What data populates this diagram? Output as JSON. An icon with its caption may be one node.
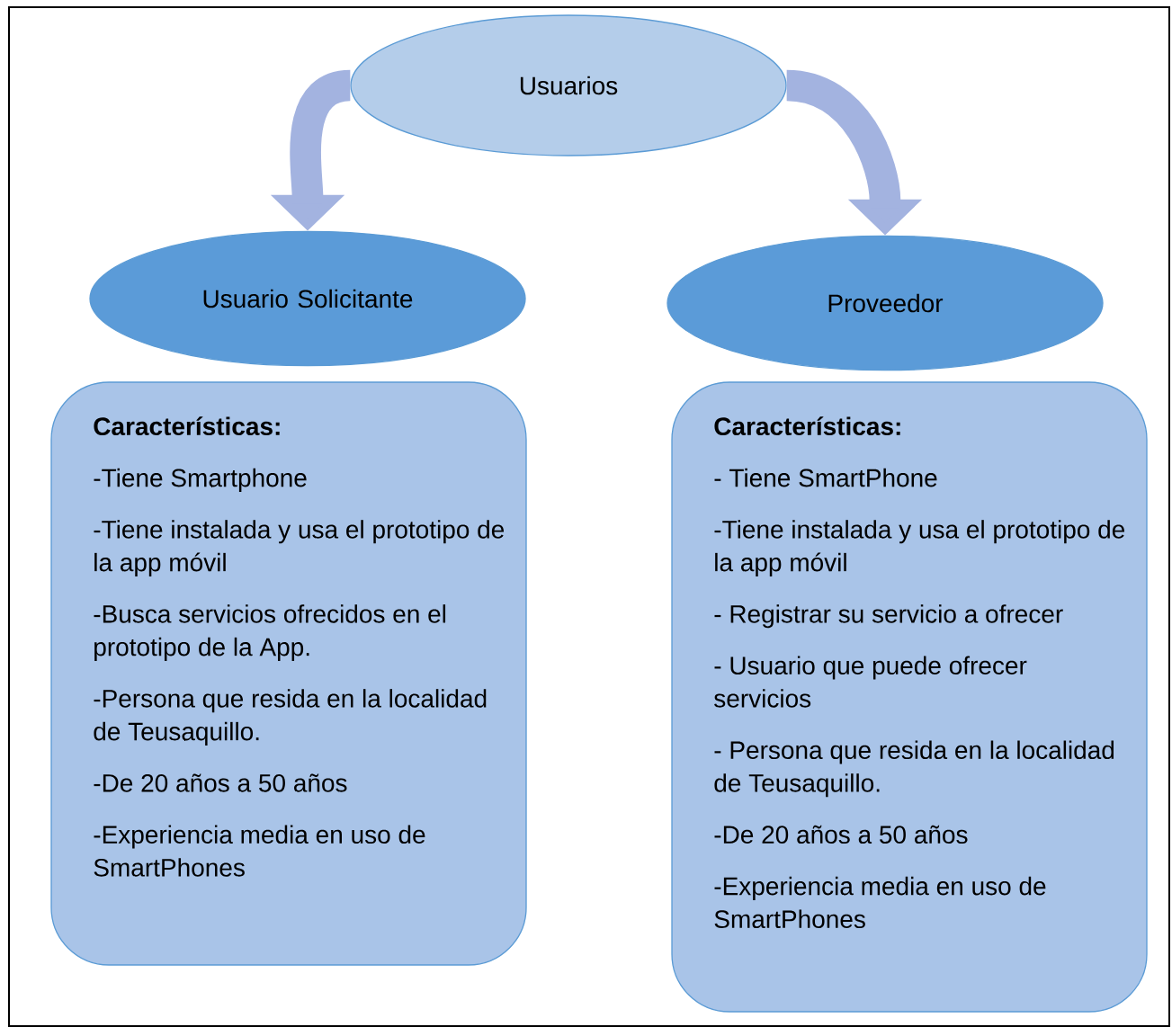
{
  "diagram": {
    "nodes": [
      {
        "text": [
          "Usuarios"
        ]
      },
      {
        "text": [
          "Usuario Solicitante"
        ]
      },
      {
        "text": [
          "Proveedor"
        ]
      },
      {
        "text": [
          "Características:",
          "-Tiene Smartphone",
          "-Tiene instalada y usa el prototipo de la app móvil",
          "-Busca servicios ofrecidos en el prototipo de la App.",
          "-Persona que resida en la localidad de Teusaquillo.",
          "-De 20 años a 50 años",
          "-Experiencia media en uso de SmartPhones"
        ]
      },
      {
        "text": [
          "Características:",
          "- Tiene SmartPhone",
          "-Tiene instalada y usa el prototipo de la app móvil",
          "- Registrar su servicio a ofrecer",
          "- Usuario que puede ofrecer servicios",
          "- Persona que resida en la localidad de Teusaquillo.",
          "-De 20 años a 50 años",
          "-Experiencia media en uso de SmartPhones"
        ]
      }
    ],
    "edges": [
      {
        "from": 0,
        "to": 1,
        "arrow": "to"
      },
      {
        "from": 0,
        "to": 2,
        "arrow": "to"
      }
    ]
  }
}
